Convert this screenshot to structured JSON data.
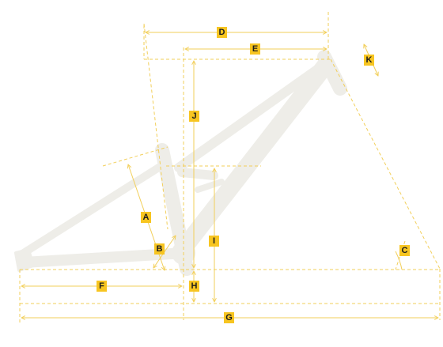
{
  "colors": {
    "frame": "#eeede8",
    "dimension_line": "#f2cf5a",
    "label_background": "#f7c521",
    "label_text": "#1d1d1b"
  },
  "labels": {
    "a": "A",
    "b": "B",
    "c": "C",
    "d": "D",
    "e": "E",
    "f": "F",
    "g": "G",
    "h": "H",
    "i": "I",
    "j": "J",
    "k": "K"
  }
}
